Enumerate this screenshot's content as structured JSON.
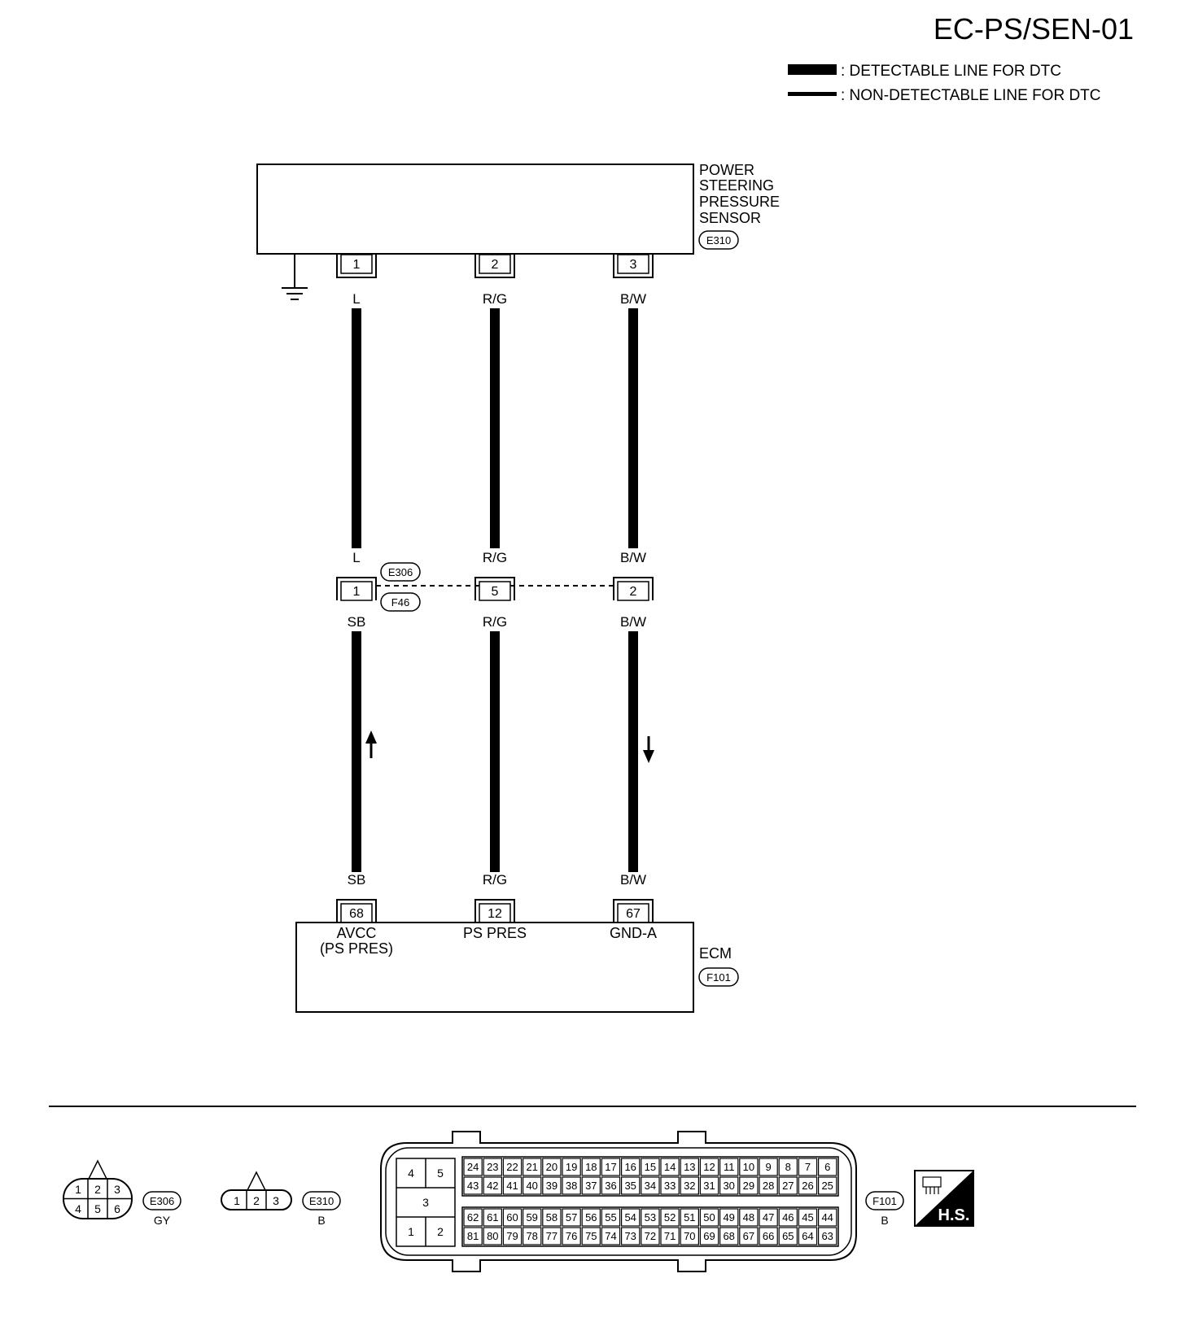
{
  "header": {
    "title": "EC-PS/SEN-01"
  },
  "legend": {
    "detectable": ": DETECTABLE LINE FOR DTC",
    "non_detectable": ": NON-DETECTABLE LINE FOR DTC"
  },
  "sensor": {
    "lines": [
      "POWER",
      "STEERING",
      "PRESSURE",
      "SENSOR"
    ],
    "connector": "E310",
    "pins": [
      "1",
      "2",
      "3"
    ],
    "wire_colors": [
      "L",
      "R/G",
      "B/W"
    ]
  },
  "joint": {
    "connector_top": "E306",
    "connector_bottom": "F46",
    "pins": [
      "1",
      "5",
      "2"
    ],
    "upper_colors": [
      "L",
      "R/G",
      "B/W"
    ],
    "lower_colors": [
      "SB",
      "R/G",
      "B/W"
    ]
  },
  "ecm": {
    "name": "ECM",
    "connector": "F101",
    "pins": [
      "68",
      "12",
      "67"
    ],
    "wire_colors": [
      "SB",
      "R/G",
      "B/W"
    ],
    "terminal_labels": [
      "AVCC",
      "PS PRES",
      "GND-A"
    ],
    "terminal_sublabel": "(PS PRES)"
  },
  "connector_views": {
    "e306": {
      "id": "E306",
      "color": "GY",
      "cavities": [
        "1",
        "2",
        "3",
        "4",
        "5",
        "6"
      ]
    },
    "e310": {
      "id": "E310",
      "color": "B",
      "cavities": [
        "1",
        "2",
        "3"
      ]
    },
    "f101": {
      "id": "F101",
      "color": "B",
      "small_cavities": [
        "4",
        "5",
        "3",
        "1",
        "2"
      ],
      "rows": [
        [
          "24",
          "23",
          "22",
          "21",
          "20",
          "19",
          "18",
          "17",
          "16",
          "15",
          "14",
          "13",
          "12",
          "11",
          "10",
          "9",
          "8",
          "7",
          "6"
        ],
        [
          "43",
          "42",
          "41",
          "40",
          "39",
          "38",
          "37",
          "36",
          "35",
          "34",
          "33",
          "32",
          "31",
          "30",
          "29",
          "28",
          "27",
          "26",
          "25"
        ],
        [
          "62",
          "61",
          "60",
          "59",
          "58",
          "57",
          "56",
          "55",
          "54",
          "53",
          "52",
          "51",
          "50",
          "49",
          "48",
          "47",
          "46",
          "45",
          "44"
        ],
        [
          "81",
          "80",
          "79",
          "78",
          "77",
          "76",
          "75",
          "74",
          "73",
          "72",
          "71",
          "70",
          "69",
          "68",
          "67",
          "66",
          "65",
          "64",
          "63"
        ]
      ]
    }
  },
  "badge": {
    "text": "H.S."
  }
}
